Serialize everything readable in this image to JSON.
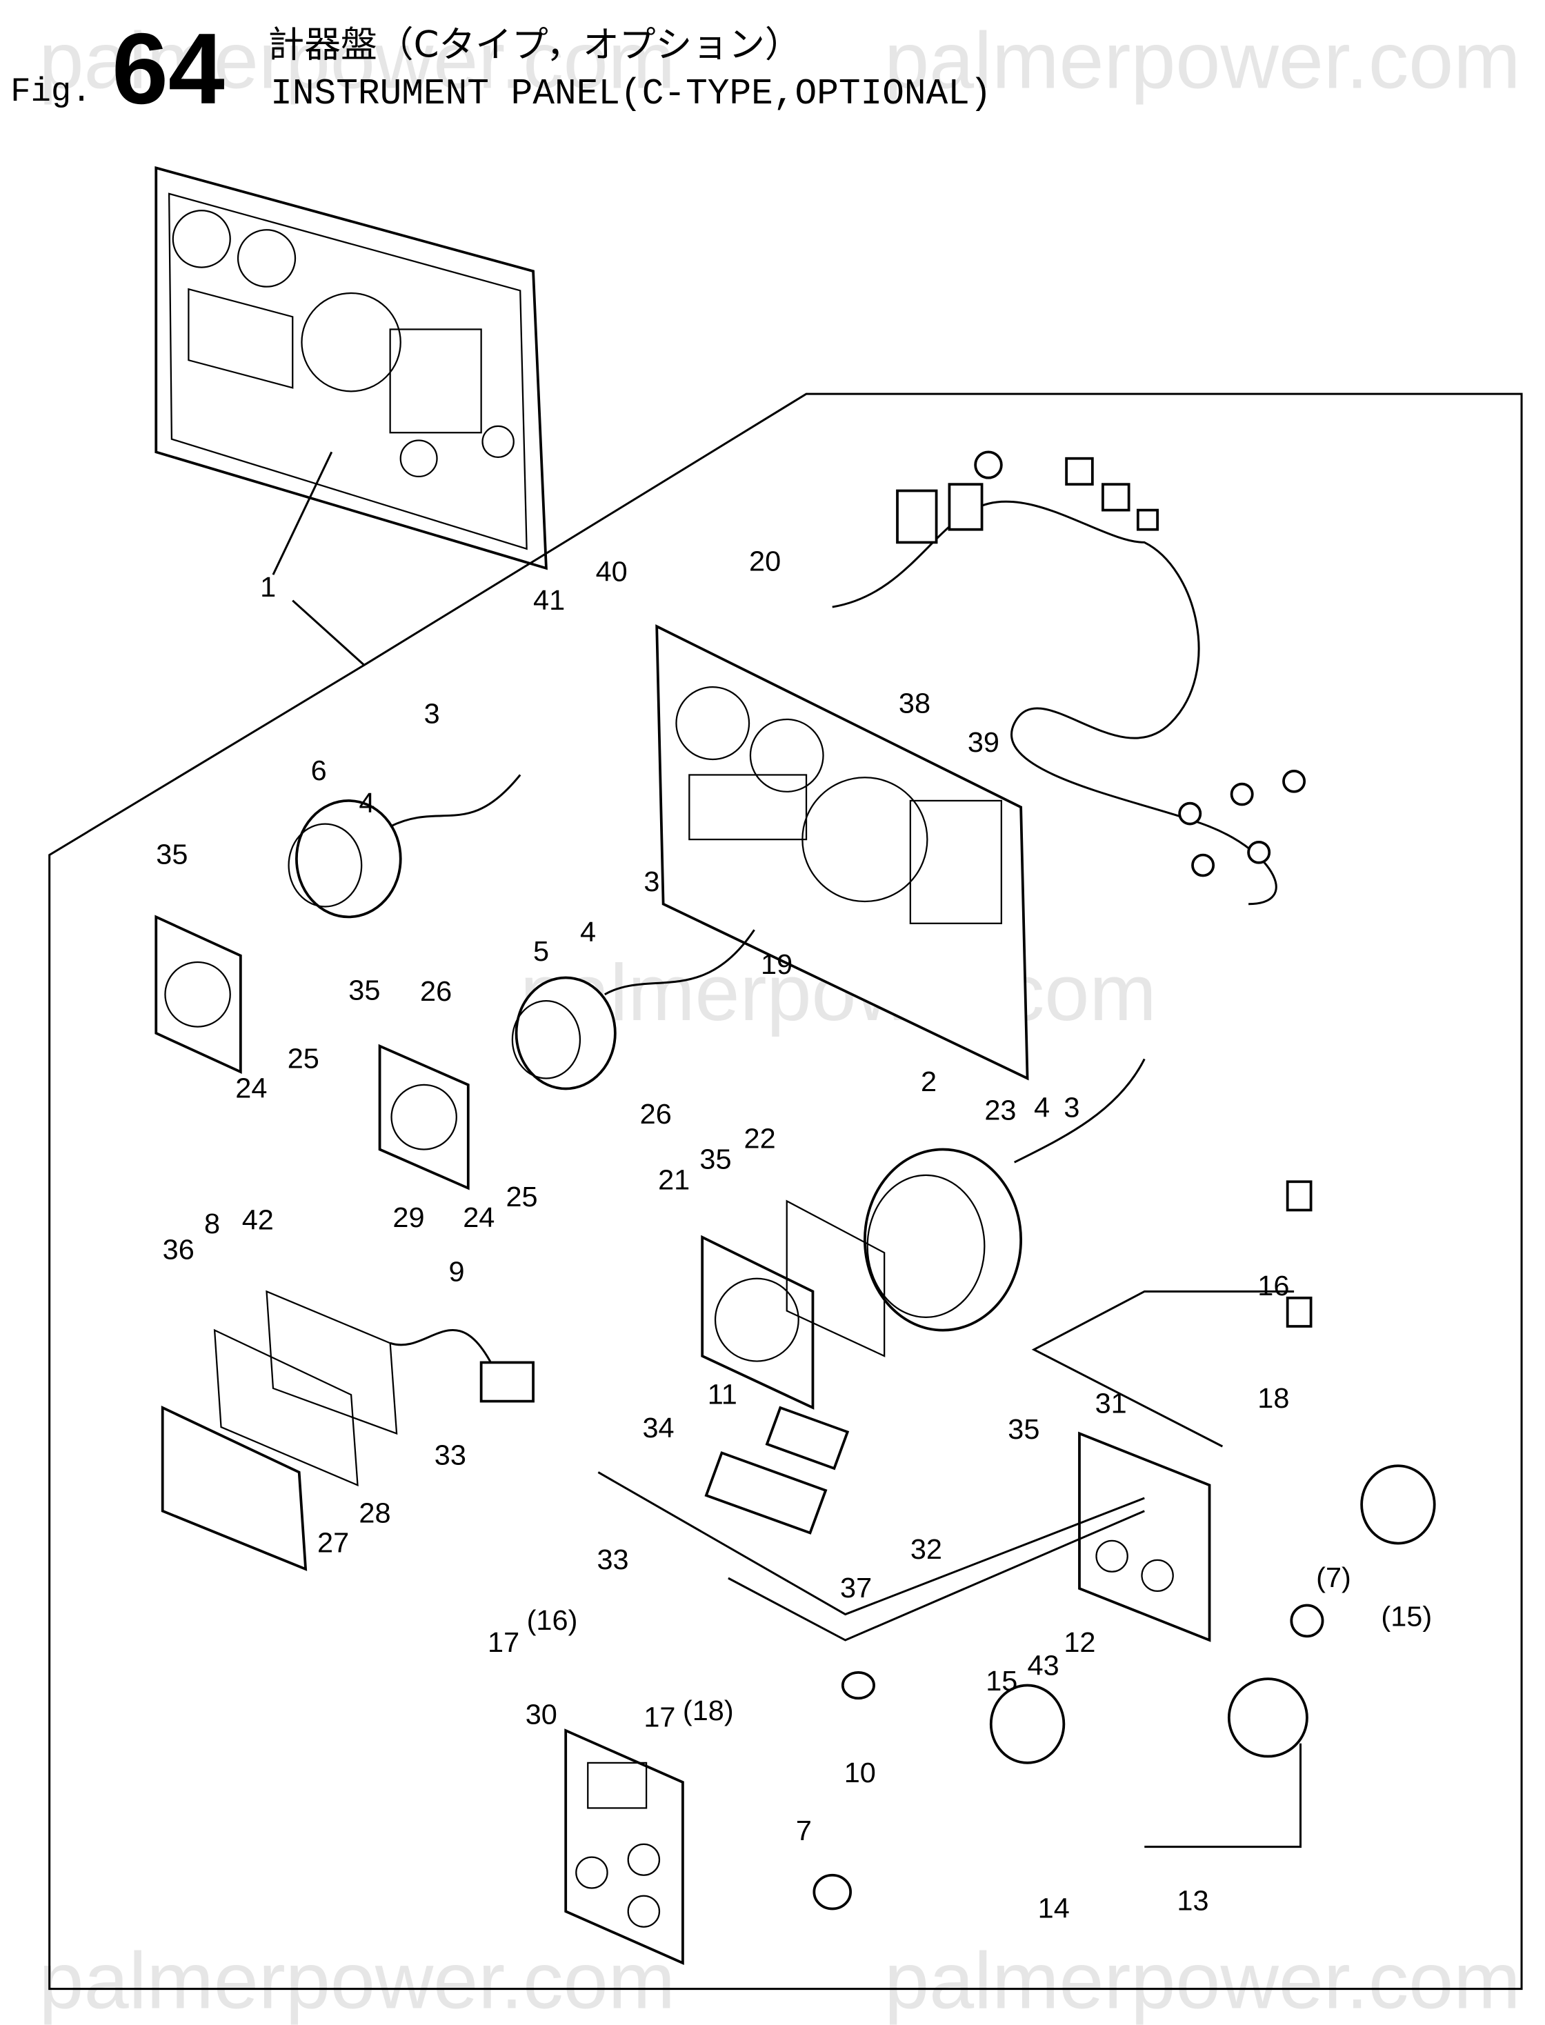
{
  "header": {
    "fig_prefix": "Fig.",
    "fig_number": "64",
    "title_jp": "計器盤（Cタイプ，オプション）",
    "title_en": "INSTRUMENT PANEL(C-TYPE,OPTIONAL)"
  },
  "watermark": "palmerpower.com",
  "labels": [
    "1",
    "41",
    "40",
    "20",
    "38",
    "39",
    "3",
    "6",
    "4",
    "35",
    "26",
    "24",
    "25",
    "3",
    "4",
    "5",
    "35",
    "19",
    "26",
    "24",
    "25",
    "2",
    "23",
    "4",
    "3",
    "22",
    "35",
    "21",
    "8",
    "42",
    "29",
    "9",
    "36",
    "16",
    "18",
    "11",
    "34",
    "32",
    "37",
    "35",
    "31",
    "33",
    "27",
    "28",
    "17",
    "(16)",
    "33",
    "17",
    "(18)",
    "30",
    "10",
    "15",
    "43",
    "12",
    "(7)",
    "(15)",
    "7",
    "14",
    "13"
  ]
}
